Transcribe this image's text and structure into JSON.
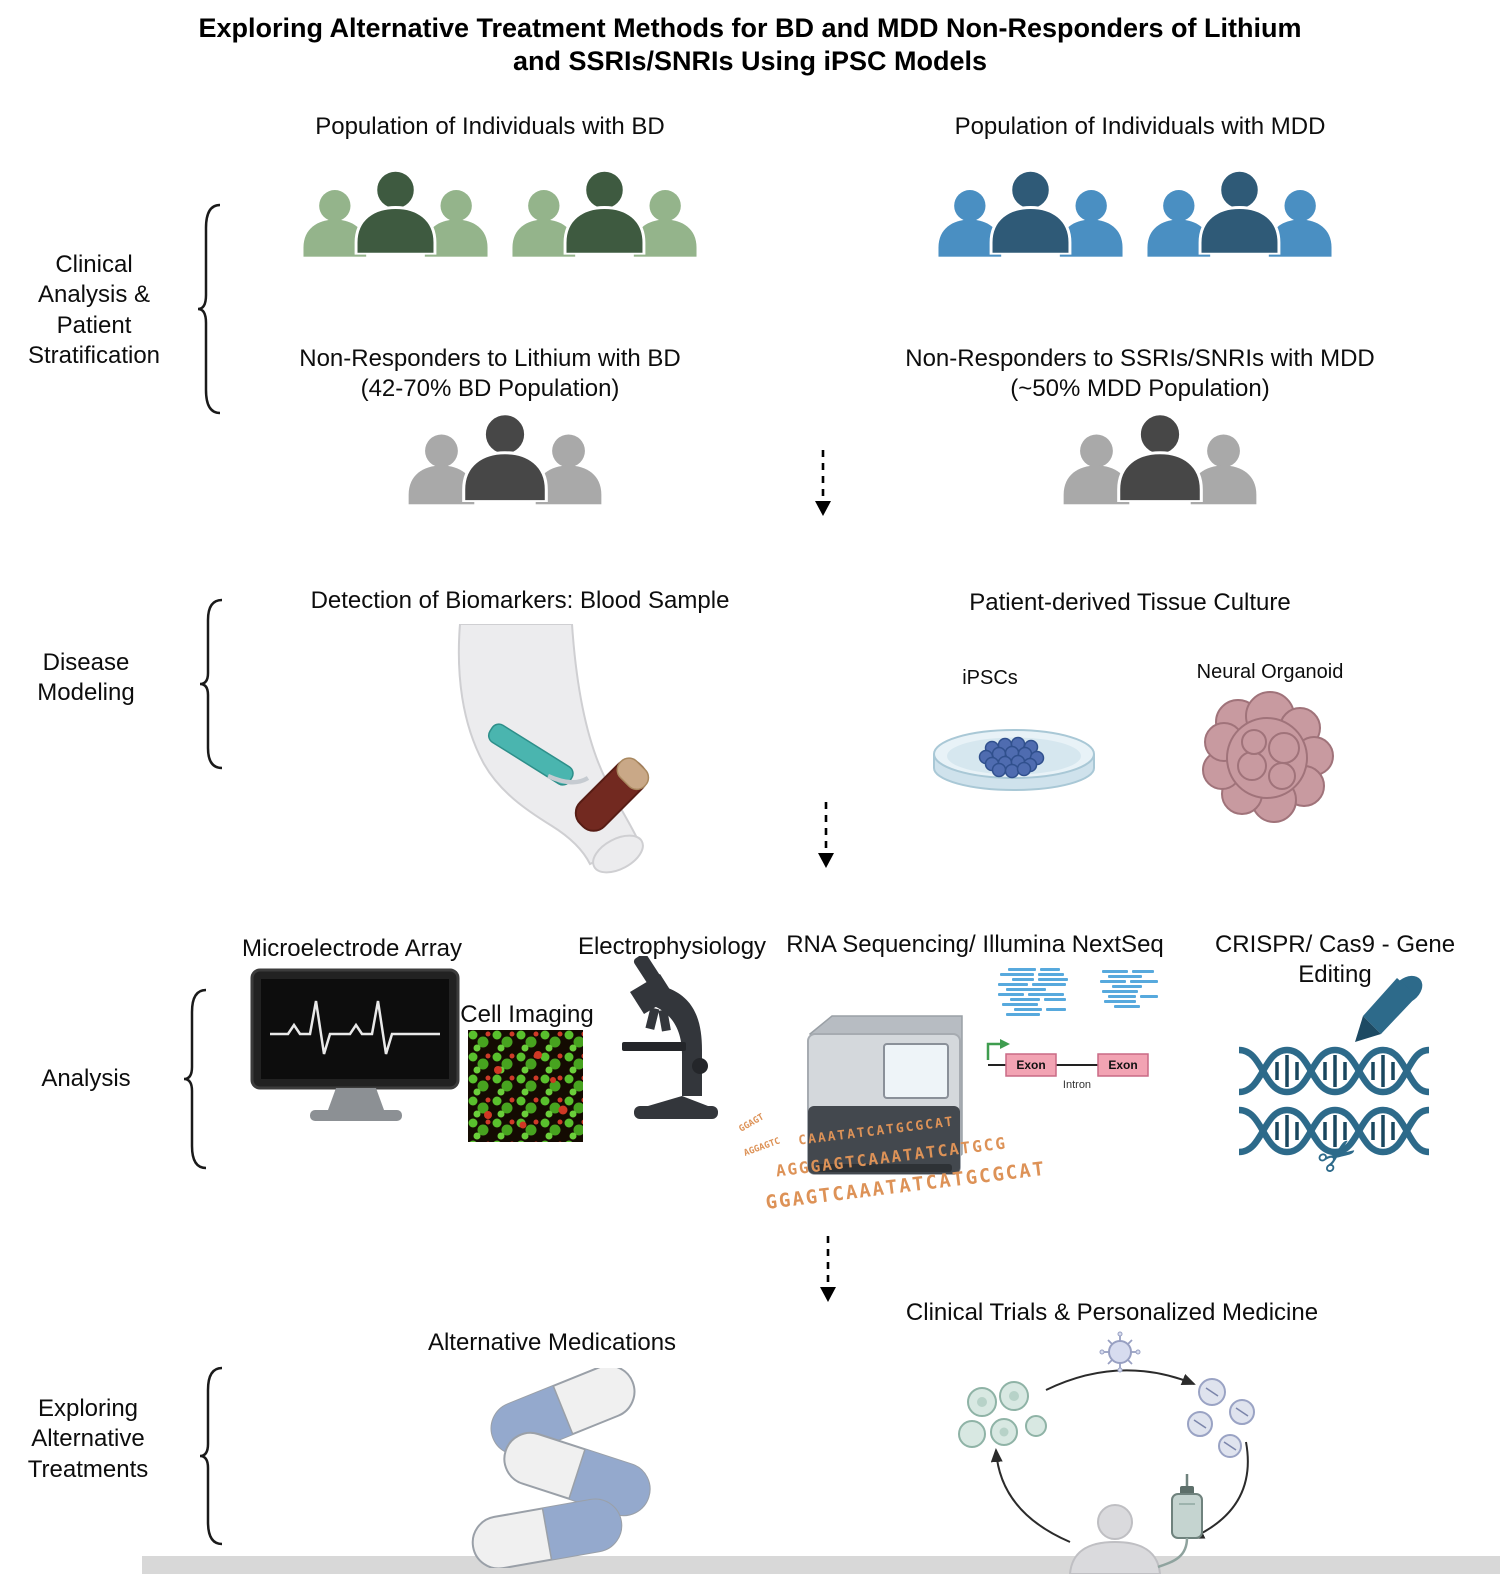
{
  "title": {
    "line1": "Exploring Alternative Treatment Methods for BD and MDD Non-Responders of Lithium",
    "line2": "and SSRIs/SNRIs Using iPSC Models"
  },
  "sections": {
    "clinical": {
      "label_lines": [
        "Clinical",
        "Analysis &",
        "Patient",
        "Stratification"
      ],
      "bd": {
        "population_label": "Population of Individuals with BD",
        "nonresponders_line1": "Non-Responders to Lithium with BD",
        "nonresponders_line2": "(42-70% BD Population)"
      },
      "mdd": {
        "population_label": "Population of Individuals with MDD",
        "nonresponders_line1": "Non-Responders to SSRIs/SNRIs with MDD",
        "nonresponders_line2": "(~50% MDD Population)"
      }
    },
    "disease_modeling": {
      "label_lines": [
        "Disease",
        "Modeling"
      ],
      "biomarkers_label": "Detection of Biomarkers: Blood Sample",
      "tissue_culture_label": "Patient-derived Tissue Culture",
      "ipsc_label": "iPSCs",
      "organoid_label": "Neural Organoid"
    },
    "analysis": {
      "label_lines": [
        "Analysis"
      ],
      "microelectrode_label": "Microelectrode Array",
      "cell_imaging_label": "Cell Imaging",
      "electrophysiology_label": "Electrophysiology",
      "rna_seq_label": "RNA Sequencing/ Illumina NextSeq",
      "crispr_label": "CRISPR/ Cas9 - Gene Editing",
      "gene_diagram": {
        "exon1": "Exon",
        "intron": "Intron",
        "exon2": "Exon"
      },
      "sequence_lines": [
        "CAAATATCATGCGCAT",
        "AGGGAGTCAAATATCATGCG",
        "GGAGTCAAATATCATGCGCAT"
      ],
      "sequence_fragments": [
        "GGAGT",
        "AGGAGTC"
      ]
    },
    "treatments": {
      "label_lines": [
        "Exploring",
        "Alternative",
        "Treatments"
      ],
      "medications_label": "Alternative Medications",
      "clinical_trials_label": "Clinical Trials & Personalized Medicine"
    }
  },
  "icons": {
    "scissors": "✂"
  },
  "colors": {
    "bd_light": "#94b48b",
    "bd_dark": "#3e5a40",
    "mdd_light": "#4a8fc2",
    "mdd_dark": "#2f5a77",
    "nonresponder_light": "#a9a9a9",
    "nonresponder_dark": "#474747",
    "sequence_text": "#dd9257",
    "exon_box": "#f2a3b3",
    "dna_blue": "#2d6a8a",
    "reads_blue": "#57a9dd",
    "organoid_pink": "#c89aa0",
    "band_teal": "#4ab5af"
  }
}
